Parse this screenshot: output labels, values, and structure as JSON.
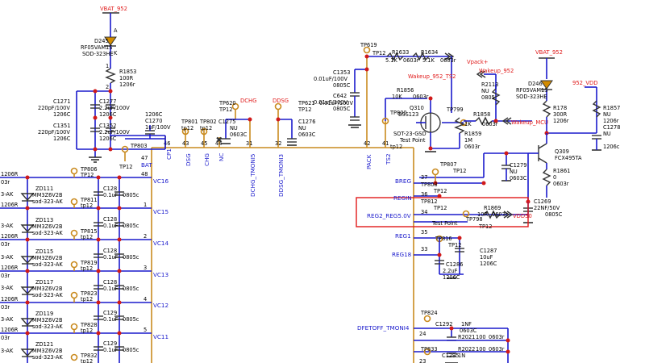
{
  "nets": {
    "vbat_left": "VBAT_952",
    "vbat_right": "VBAT_952",
    "vdd_952": "952_VDD",
    "wakeup_952": "Wakeup_952",
    "wakeup_952_ts2": "Wakeup_952_TS2",
    "wakeup_mcu": "Wakeup_MCU",
    "vpack": "Vpack+",
    "dchg": "DCHG",
    "ddsg": "DDSG",
    "vdd50": "VDD50"
  },
  "ic_pins": {
    "bat": "BAT",
    "cp1": "CP1",
    "dsg": "DSG",
    "chg": "CHG",
    "nc": "NC",
    "dchg_tmoni5": "DCHG_TMONI5",
    "ddsg_tmoni3": "DDSG_TMONI3",
    "pack": "PACK",
    "ts2": "TS2",
    "vc16": "VC16",
    "vc15": "VC15",
    "vc14": "VC14",
    "vc13": "VC13",
    "vc12": "VC12",
    "vc11": "VC11",
    "breg": "BREG",
    "regin": "REGIN",
    "reg2_reg5": "REG2_REG5.0V",
    "reg1": "REG1",
    "reg18": "REG18",
    "dfetoff": "DFETOFF_TMONI4",
    "n47": "47",
    "n46": "46",
    "n43": "43",
    "n45": "45",
    "n44": "44",
    "n31": "31",
    "n32": "32",
    "n42": "42",
    "n41": "41",
    "n48": "48",
    "n1": "1",
    "n2": "2",
    "n3": "3",
    "n4": "4",
    "n5": "5",
    "n37": "37",
    "n36": "36",
    "n34": "34",
    "n35": "35",
    "n33": "33",
    "n24": "24",
    "n23": "23"
  },
  "parts": {
    "d245": [
      "D245",
      "RF05VAM1S",
      "SOD-323HE"
    ],
    "r1853": [
      "R1853",
      "100R",
      "1206r"
    ],
    "c1271": [
      "C1271",
      "220pF/100V",
      "1206C"
    ],
    "c1277": [
      "C1277",
      "2.2uF/100V",
      "1206C"
    ],
    "c1351": [
      "C1351",
      "220pF/100V",
      "1206C"
    ],
    "c1352": [
      "C1352",
      "2.2uF/100V",
      "1206C"
    ],
    "c1270": [
      "1206C",
      "C1270",
      "1uF/100V"
    ],
    "tp803": [
      "TP803",
      "TP12"
    ],
    "tp801": [
      "TP801",
      "tp12"
    ],
    "tp802": [
      "TP802",
      "tp12"
    ],
    "c1275": [
      "C1275",
      "NU",
      "0603C"
    ],
    "tp620": [
      "TP620",
      "TP12"
    ],
    "tp621": [
      "TP621",
      "TP12"
    ],
    "c1276": [
      "0.01uF/100V",
      "C1276",
      "NU",
      "0603C"
    ],
    "c1353": [
      "C1353",
      "0.01uF/100V",
      "0805C"
    ],
    "c642": [
      "C642",
      "0.01uF/100V",
      "0805C"
    ],
    "tp619": [
      "TP619",
      "TP12"
    ],
    "r1633": [
      "R1633",
      "5.1K",
      "0603r"
    ],
    "r1634": [
      "R1634",
      "5.1K",
      "0603r"
    ],
    "r1856": [
      "R1856",
      "10K",
      "0603r"
    ],
    "q310": [
      "Q310",
      "BSS123",
      "SOT-23-GSD"
    ],
    "tp800": [
      "TP800"
    ],
    "test_point_tp12": [
      "Test Point",
      "tp12"
    ],
    "tp799": [
      "TP799"
    ],
    "r1858": [
      "R1858",
      "1K",
      "0603r"
    ],
    "r1859": [
      "R1859",
      "1M",
      "0603r"
    ],
    "r2113": [
      "R2113",
      "NU",
      "0805"
    ],
    "d246": [
      "D246",
      "RF05VAM1S",
      "SOD-323HE"
    ],
    "r178": [
      "R178",
      "300R",
      "1206r"
    ],
    "r1857": [
      "R1857",
      "NU",
      "1206r"
    ],
    "c1278": [
      "C1278",
      "NU",
      "1206c"
    ],
    "q309": [
      "Q309",
      "FCX495TA"
    ],
    "r1861": [
      "R1861",
      "0",
      "0603r"
    ],
    "c1279": [
      "C1279",
      "NU",
      "0603C"
    ],
    "tp807": [
      "TP807",
      "TP12"
    ],
    "tp808": [
      "TP808",
      "TP12"
    ],
    "tp812": [
      "TP812",
      "TP12"
    ],
    "r1869": [
      "R1869",
      "10R",
      "0603r"
    ],
    "tp798": [
      "TP798",
      "TP12"
    ],
    "test_point": [
      "Test Point"
    ],
    "c1269": [
      "C1269",
      "22NF/50V",
      "0805C"
    ],
    "tp816": [
      "TP816",
      "TP12"
    ],
    "c1287": [
      "C1287",
      "10uF",
      "1206C"
    ],
    "c1286": [
      "C1286",
      "2.2uF",
      "1206C"
    ],
    "tp824": [
      "TP824"
    ],
    "c1292": [
      "C1292",
      "1NF",
      "0603C"
    ],
    "r2021": [
      "R2021",
      "100",
      "0603r"
    ],
    "r2022": [
      "R2022",
      "100",
      "0603r"
    ],
    "c1295": [
      "C1295",
      "1N"
    ],
    "tp833": [
      "TP833"
    ],
    "tp806": [
      "TP806",
      "TP12"
    ],
    "tp811": [
      "TP811",
      "tp12"
    ],
    "tp815": [
      "TP815",
      "tp12"
    ],
    "tp819": [
      "TP819",
      "tp12"
    ],
    "tp823": [
      "TP823",
      "tp12"
    ],
    "tp828": [
      "TP828",
      "tp12"
    ],
    "tp832": [
      "TP832",
      "tp12"
    ],
    "zd111": [
      "ZD111",
      "MM3Z6V2B",
      "sod-323-AK"
    ],
    "zd113": [
      "ZD113",
      "MM3Z6V2B",
      "sod-323-AK"
    ],
    "zd115": [
      "ZD115",
      "MM3Z6V2B",
      "sod-323-AK"
    ],
    "zd117": [
      "ZD117",
      "MM3Z6V2B",
      "sod-323-AK"
    ],
    "zd119": [
      "ZD119",
      "MM3Z6V2B",
      "sod-323-AK"
    ],
    "zd121": [
      "ZD121",
      "MM3Z6V2B",
      "sod-323-AK"
    ],
    "c128a": [
      "C128",
      "0.1uF",
      "0805c"
    ],
    "c128b": [
      "C128",
      "0.1uF",
      "0805c"
    ],
    "c128c": [
      "C128",
      "0.1uF",
      "0805c"
    ],
    "c128d": [
      "C128",
      "0.1uF",
      "0805c"
    ],
    "c129a": [
      "C129",
      "0.1uF",
      "0805c"
    ],
    "c129b": [
      "C129",
      "0.1uF",
      "0805c"
    ]
  },
  "misc": {
    "left_1206r": "1206R",
    "left_03r": "03r",
    "left_ak": "3-AK",
    "pin_a": "A",
    "pin_k": "K",
    "pin_1": "1",
    "pin_2": "2",
    "pin_3": "3",
    "nc_mark": "×"
  }
}
